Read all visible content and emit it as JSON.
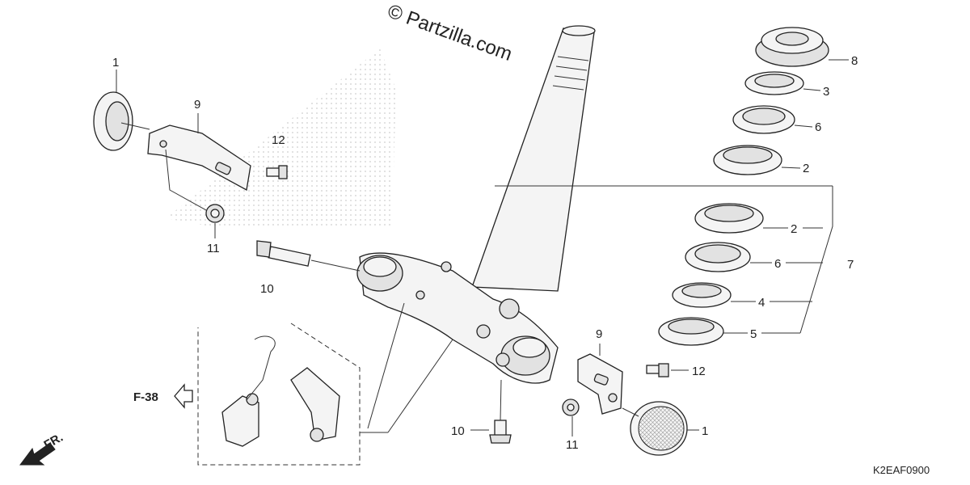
{
  "watermark": "© Partzilla.com",
  "reference": "F-38",
  "direction": "FR.",
  "diagram_code": "K2EAF0900",
  "callouts": {
    "c1a": "1",
    "c9a": "9",
    "c12a": "12",
    "c11a": "11",
    "c10a": "10",
    "c8": "8",
    "c3": "3",
    "c6a": "6",
    "c2a": "2",
    "c2b": "2",
    "c6b": "6",
    "c4": "4",
    "c5": "5",
    "c7": "7",
    "c9b": "9",
    "c12b": "12",
    "c10b": "10",
    "c11b": "11",
    "c1b": "1"
  }
}
